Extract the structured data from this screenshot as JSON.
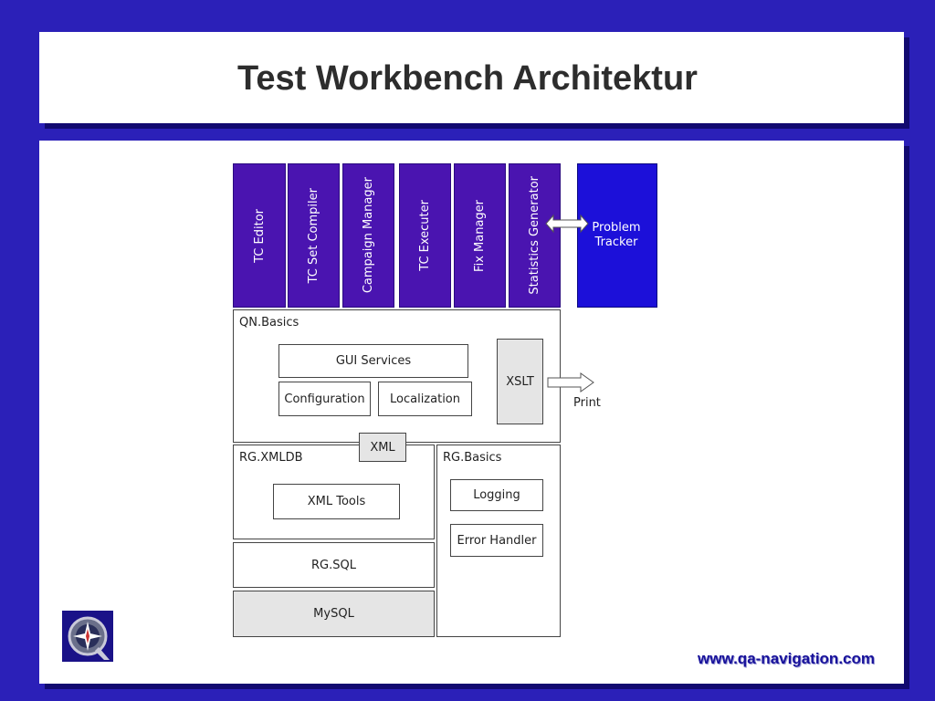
{
  "slide": {
    "title": "Test Workbench Architektur",
    "footer_url": "www.qa-navigation.com"
  },
  "top_modules": [
    "TC Editor",
    "TC Set Compiler",
    "Campaign Manager",
    "TC Executer",
    "Fix Manager",
    "Statistics Generator"
  ],
  "problem_tracker": "Problem Tracker",
  "qn_basics": {
    "label": "QN.Basics",
    "gui_services": "GUI Services",
    "configuration": "Configuration",
    "localization": "Localization",
    "xslt": "XSLT",
    "print": "Print"
  },
  "xml_connector": "XML",
  "rg_xmldb": {
    "label": "RG.XMLDB",
    "xml_tools": "XML Tools"
  },
  "rg_sql": "RG.SQL",
  "mysql": "MySQL",
  "rg_basics": {
    "label": "RG.Basics",
    "logging": "Logging",
    "error_handler": "Error Handler"
  },
  "colors": {
    "background": "#2b20b8",
    "module_fill": "#4a14b0",
    "tracker_fill": "#1c10d9"
  }
}
